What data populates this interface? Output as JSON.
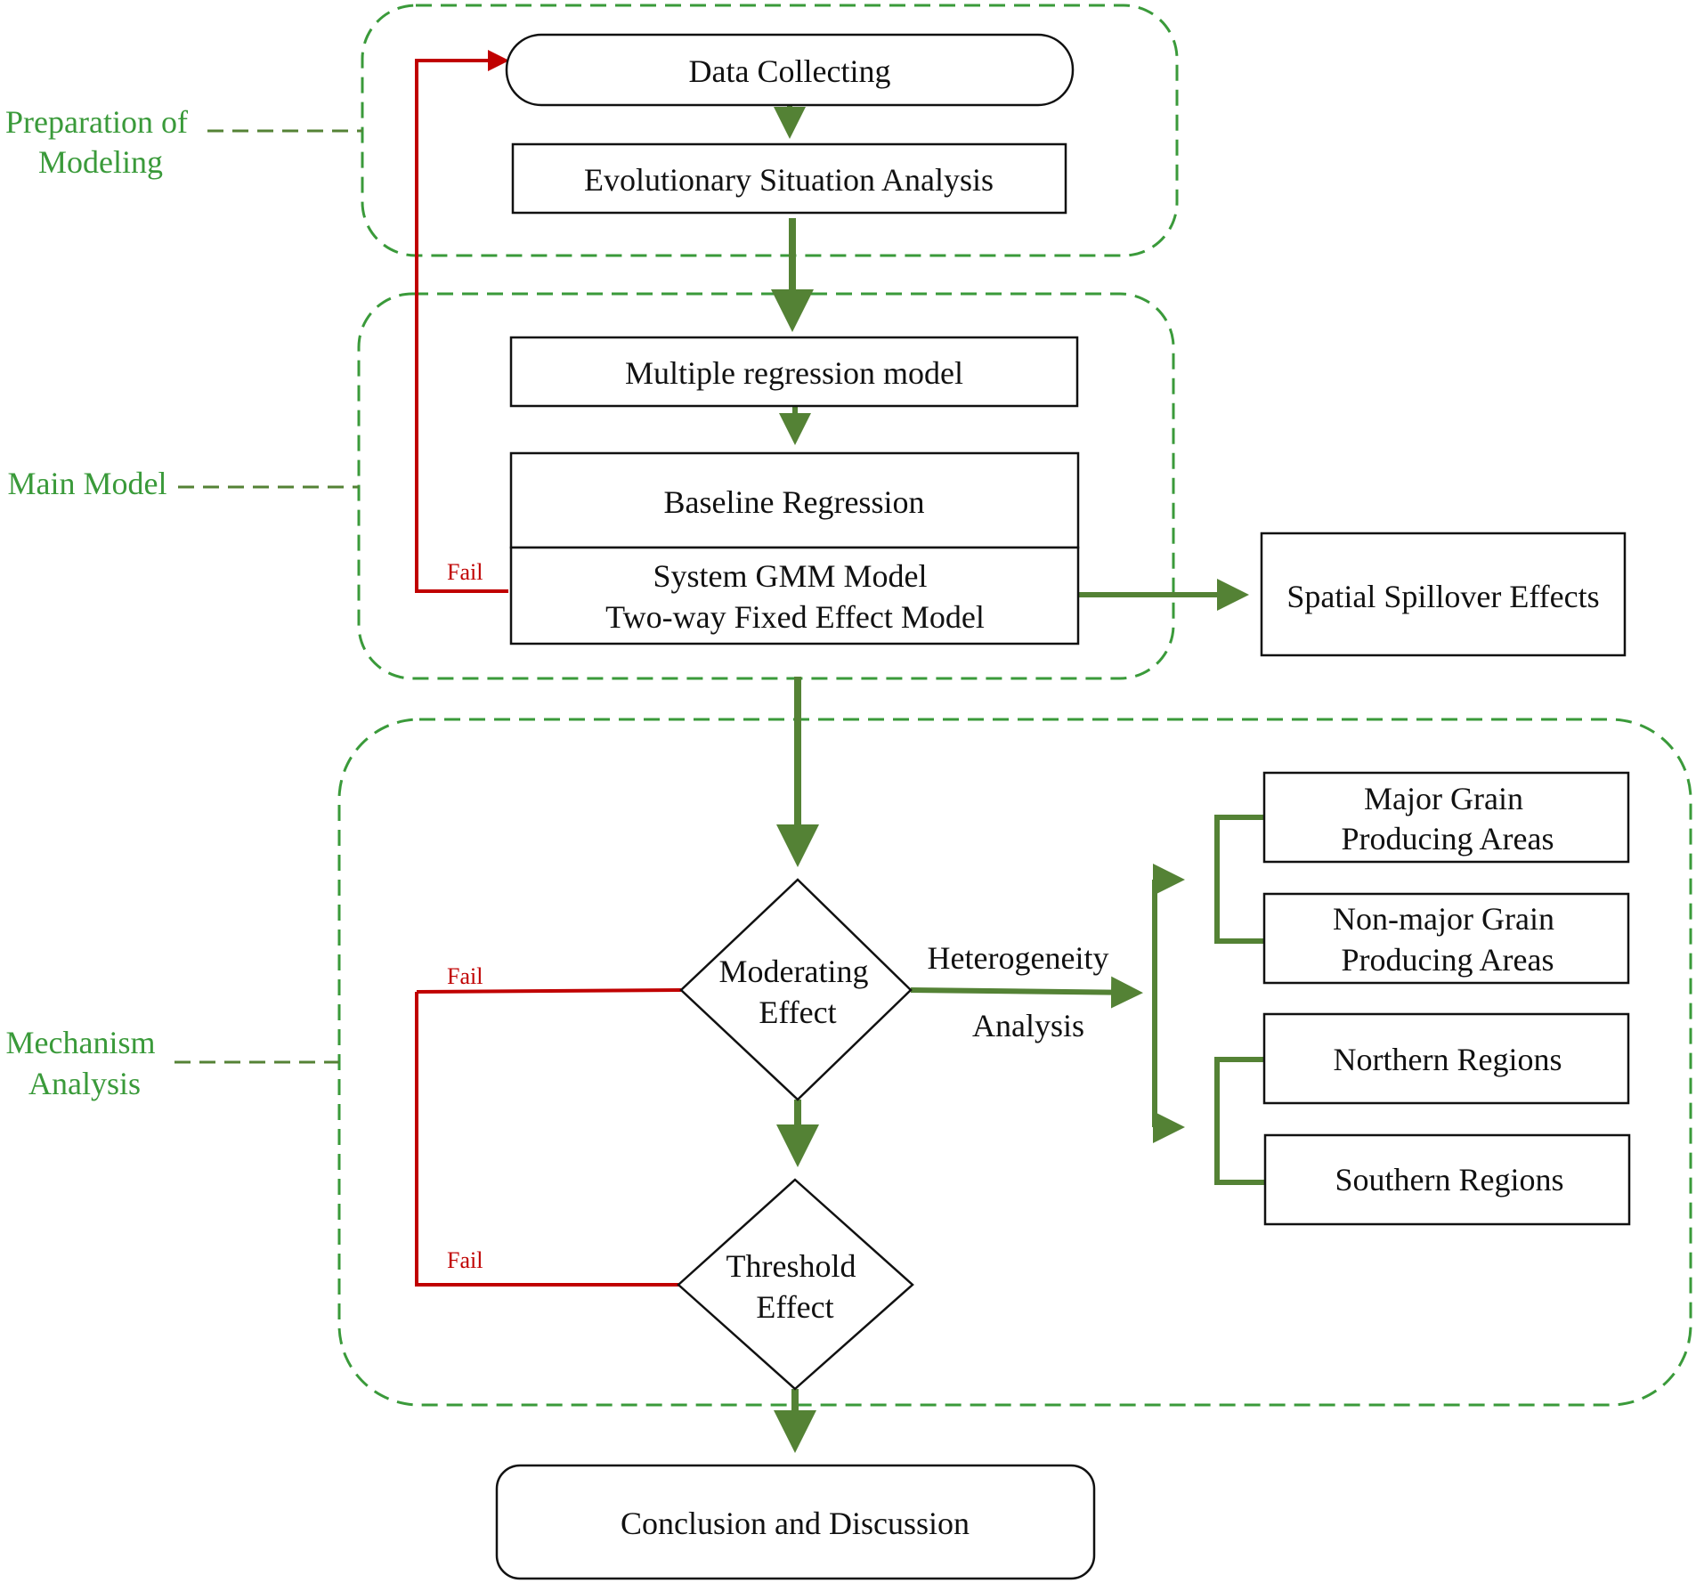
{
  "colors": {
    "phase": "#3a9a3a",
    "flow": "#548235",
    "fail": "#c00000",
    "box_border": "#111111"
  },
  "phases": {
    "preparation": [
      "Preparation of",
      "Modeling"
    ],
    "main": [
      "Main Model"
    ],
    "mechanism": [
      "Mechanism",
      "Analysis"
    ]
  },
  "nodes": {
    "data_collecting": "Data Collecting",
    "evolutionary": "Evolutionary Situation Analysis",
    "multiple_regression": "Multiple regression model",
    "baseline": "Baseline Regression",
    "gmm": [
      "System GMM Model",
      "Two-way Fixed Effect Model"
    ],
    "spillover": "Spatial Spillover Effects",
    "moderating": [
      "Moderating",
      "Effect"
    ],
    "threshold": [
      "Threshold",
      "Effect"
    ],
    "conclusion": "Conclusion and Discussion",
    "major": [
      "Major Grain",
      "Producing Areas"
    ],
    "non_major": [
      "Non-major Grain",
      "Producing Areas"
    ],
    "northern": "Northern Regions",
    "southern": "Southern Regions"
  },
  "edge_labels": {
    "heterogeneity_1": "Heterogeneity",
    "heterogeneity_2": "Analysis",
    "fail": "Fail"
  }
}
